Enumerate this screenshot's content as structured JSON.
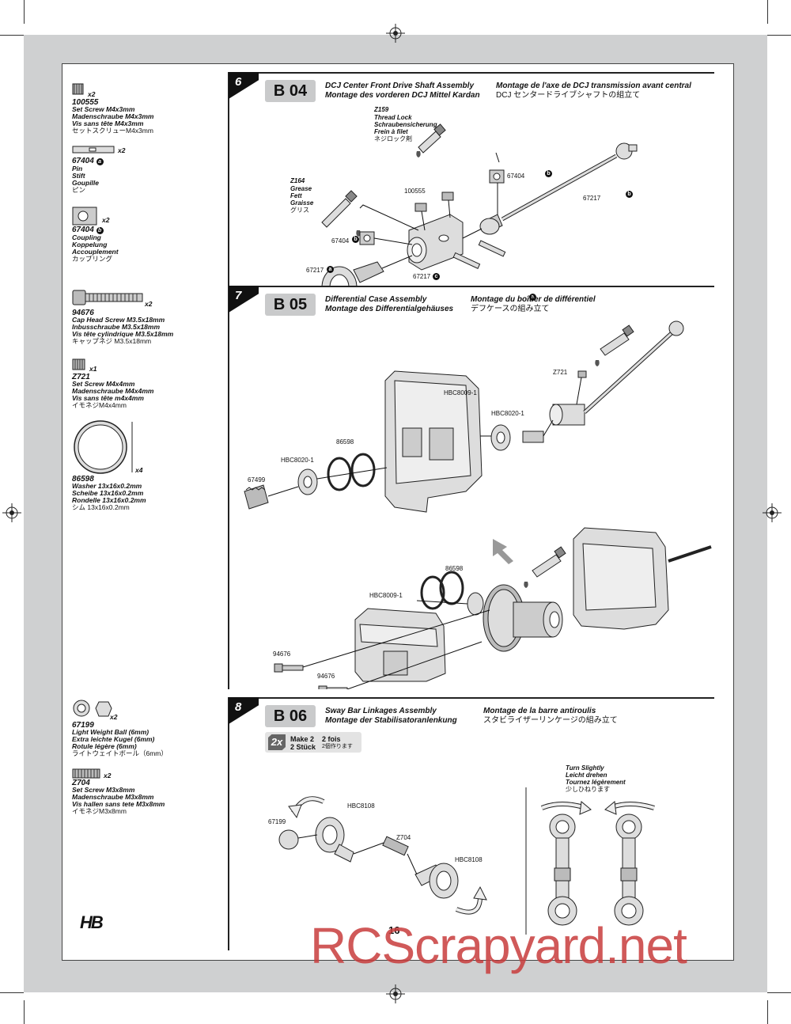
{
  "parts": [
    {
      "qty": "x2",
      "number": "100555",
      "names": [
        "Set Screw M4x3mm",
        "Madenschraube M4x3mm",
        "Vis sans tête M4x3mm"
      ],
      "jp": "セットスクリューM4x3mm"
    },
    {
      "qty": "x2",
      "number": "67404",
      "badge": "a",
      "names": [
        "Pin",
        "Stift",
        "Goupille"
      ],
      "jp": "ピン"
    },
    {
      "qty": "x2",
      "number": "67404",
      "badge": "b",
      "names": [
        "Coupling",
        "Koppelung",
        "Accouplement"
      ],
      "jp": "カップリング"
    },
    {
      "qty": "x2",
      "number": "94676",
      "names": [
        "Cap Head Screw M3.5x18mm",
        "Inbusschraube M3.5x18mm",
        "Vis tête cylindrique M3.5x18mm"
      ],
      "jp": "キャップネジ M3.5x18mm"
    },
    {
      "qty": "x1",
      "number": "Z721",
      "names": [
        "Set Screw M4x4mm",
        "Madenschraube M4x4mm",
        "Vis sans tête m4x4mm"
      ],
      "jp": "イモネジM4x4mm"
    },
    {
      "qty": "x4",
      "number": "86598",
      "names": [
        "Washer 13x16x0.2mm",
        "Scheibe 13x16x0.2mm",
        "Rondelle 13x16x0.2mm"
      ],
      "jp": "シム 13x16x0.2mm"
    },
    {
      "qty": "x2",
      "number": "67199",
      "names": [
        "Light Weight Ball (6mm)",
        "Extra leichte Kugel (6mm)",
        "Rotule légère (6mm)"
      ],
      "jp": "ライトウェイトボール（6mm）"
    },
    {
      "qty": "x2",
      "number": "Z704",
      "names": [
        "Set Screw M3x8mm",
        "Madenschraube M3x8mm",
        "Vis  hallen sans tete M3x8mm"
      ],
      "jp": "イモネジM3x8mm"
    }
  ],
  "steps": [
    {
      "no": "6",
      "code": "B 04",
      "title_en": "DCJ Center Front Drive Shaft Assembly",
      "title_de": "Montage des vorderen DCJ Mittel Kardan",
      "title_fr": "Montage de l'axe de DCJ transmission avant central",
      "title_jp": "DCJ センタードライブシャフトの組立て"
    },
    {
      "no": "7",
      "code": "B 05",
      "title_en": "Differential Case Assembly",
      "title_de": "Montage des Differentialgehäuses",
      "title_fr": "Montage du boîtier de différentiel",
      "title_jp": "デフケースの組み立て"
    },
    {
      "no": "8",
      "code": "B 06",
      "title_en": "Sway Bar Linkages Assembly",
      "title_de": "Montage der Stabilisatoranlenkung",
      "title_fr": "Montage de la barre antiroulis",
      "title_jp": "スタビライザーリンケージの組み立て"
    }
  ],
  "step6": {
    "z159": {
      "code": "Z159",
      "lines": [
        "Thread Lock",
        "Schraubensicherung",
        "Frein à filet"
      ],
      "jp": "ネジロック剤"
    },
    "z164": {
      "code": "Z164",
      "lines": [
        "Grease",
        "Fett",
        "Graisse"
      ],
      "jp": "グリス"
    },
    "labels": {
      "p100555": "100555",
      "p67404b1": "67404",
      "p67404b2": "67404",
      "p67217b": "67217",
      "p67217a": "67217",
      "p67217c": "67217",
      "p67404a": "67404"
    },
    "badges": {
      "b": "b",
      "a": "a",
      "c": "c"
    }
  },
  "step7": {
    "labels": {
      "z721": "Z721",
      "hbc8009b": "HBC8009-1",
      "hbc8020a": "HBC8020-1",
      "p86598a": "86598",
      "hbc8020b": "HBC8020-1",
      "p67499": "67499",
      "p86598b": "86598",
      "hbc8009a": "HBC8009-1",
      "p94676a": "94676",
      "p94676b": "94676"
    }
  },
  "step8": {
    "make": {
      "x": "2x",
      "en": "Make 2",
      "de": "2 Stück",
      "fr": "2 fois",
      "jp": "2個作ります"
    },
    "turn": [
      "Turn Slightly",
      "Leicht drehen",
      "Tournez légèrement"
    ],
    "turn_jp": "少しひねります",
    "labels": {
      "hbc8108a": "HBC8108",
      "p67199": "67199",
      "z704": "Z704",
      "hbc8108b": "HBC8108"
    }
  },
  "footer": {
    "page": "16",
    "logo": "HB",
    "watermark": "RCScrapyard.net"
  }
}
